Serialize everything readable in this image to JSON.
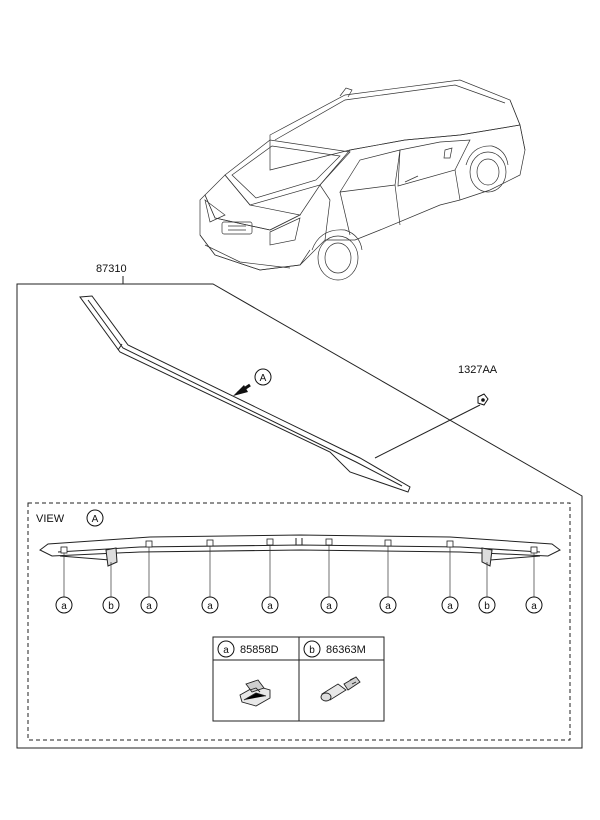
{
  "diagram": {
    "part_number_main": "87310",
    "part_number_nut": "1327AA",
    "view_arrow_letter": "A",
    "view_label": "VIEW",
    "view_letter": "A",
    "callouts": [
      "a",
      "b",
      "a",
      "a",
      "a",
      "a",
      "a",
      "a",
      "b",
      "a"
    ],
    "legend": {
      "a_letter": "a",
      "a_part": "85858D",
      "b_letter": "b",
      "b_part": "86363M"
    }
  }
}
